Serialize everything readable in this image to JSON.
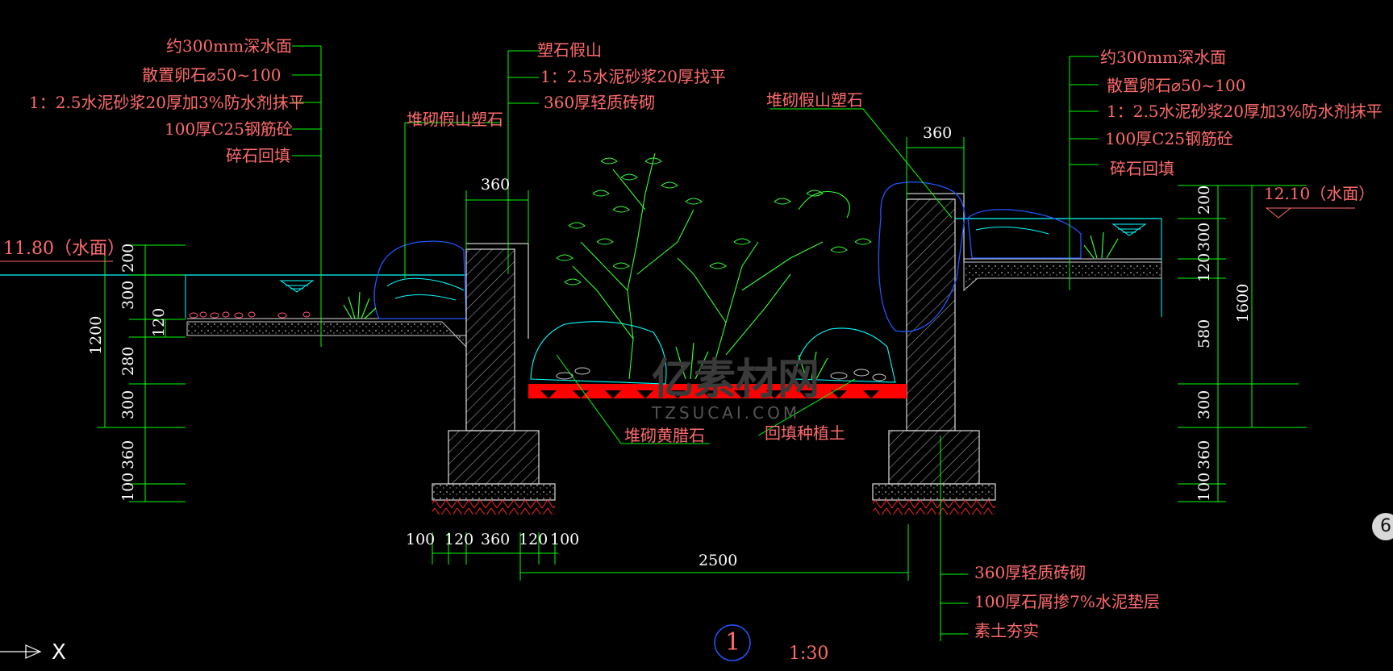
{
  "left_labels": [
    "约300mm深水面",
    "散置卵石⌀50~100",
    "1：2.5水泥砂浆20厚加3%防水剂抹平",
    "100厚C25钢筋砼",
    "碎石回填"
  ],
  "center_labels": [
    "塑石假山",
    "1：2.5水泥砂浆20厚找平",
    "360厚轻质砖砌"
  ],
  "right_labels": [
    "约300mm深水面",
    "散置卵石⌀50~100",
    "1：2.5水泥砂浆20厚加3%防水剂抹平",
    "100厚C25钢筋砼",
    "碎石回填"
  ],
  "bottom_labels": [
    "360厚轻质砖砌",
    "100厚石屑掺7%水泥垫层",
    "素土夯实"
  ],
  "rock_left": "堆砌假山塑石",
  "rock_right": "堆砌假山塑石",
  "yellow_stone": "堆砌黄腊石",
  "backfill": "回填种植土",
  "elev_left": "11.80（水面）",
  "elev_right": "12.10（水面）",
  "dims": {
    "wall_left": "360",
    "wall_right": "360",
    "footing": [
      "100",
      "120",
      "360",
      "120",
      "100"
    ],
    "span": "2500",
    "left_v": [
      "200",
      "300",
      "280",
      "300",
      "360",
      "100"
    ],
    "left_small": "120",
    "left_total": "1200",
    "right_v": [
      "200",
      "300",
      "120",
      "580",
      "300",
      "360",
      "100"
    ],
    "right_total": "1600"
  },
  "section_mark": "1",
  "scale": "1:30",
  "axis_label": "X",
  "watermark_text": "TZSUCAI.COM",
  "watermark_cn": "亿素材网",
  "corner_badge": "6",
  "colors": {
    "line_green": "#00ff00",
    "line_cyan": "#00ffff",
    "line_blue": "#2255ff",
    "label_red": "#ff6b6b",
    "hatch": "#bbbbbb",
    "fill_red": "#ff0000",
    "plant": "#33ff33"
  }
}
